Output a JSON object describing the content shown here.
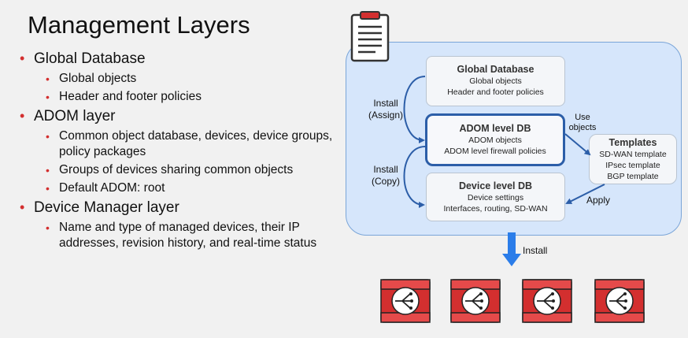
{
  "title": "Management Layers",
  "bullets": [
    {
      "text": "Global Database",
      "children": [
        "Global objects",
        "Header and footer policies"
      ]
    },
    {
      "text": "ADOM layer",
      "children": [
        "Common object database, devices, device groups, policy packages",
        "Groups of devices sharing common objects",
        "Default ADOM: root"
      ]
    },
    {
      "text": "Device Manager layer",
      "children": [
        "Name and type of managed devices, their IP addresses, revision history, and real-time status"
      ]
    }
  ],
  "diagram": {
    "global_box": {
      "title": "Global Database",
      "lines": [
        "Global objects",
        "Header and footer policies"
      ]
    },
    "adom_box": {
      "title": "ADOM level DB",
      "lines": [
        "ADOM objects",
        "ADOM level firewall policies"
      ]
    },
    "device_box": {
      "title": "Device level DB",
      "lines": [
        "Device settings",
        "Interfaces, routing, SD-WAN"
      ]
    },
    "templates_box": {
      "title": "Templates",
      "lines": [
        "SD-WAN template",
        "IPsec template",
        "BGP template"
      ]
    },
    "labels": {
      "install_assign": [
        "Install",
        "(Assign)"
      ],
      "install_copy": [
        "Install",
        "(Copy)"
      ],
      "use_objects": [
        "Use",
        "objects"
      ],
      "apply": "Apply",
      "install_down": "Install"
    },
    "icons": [
      "clipboard-icon",
      "fortigate-icon",
      "fortigate-icon",
      "fortigate-icon",
      "fortigate-icon"
    ],
    "colors": {
      "accent_red": "#d32f2f",
      "panel_blue": "#d6e6fb",
      "arrow_blue": "#2c5ea8",
      "install_arrow": "#2b7de9"
    }
  }
}
